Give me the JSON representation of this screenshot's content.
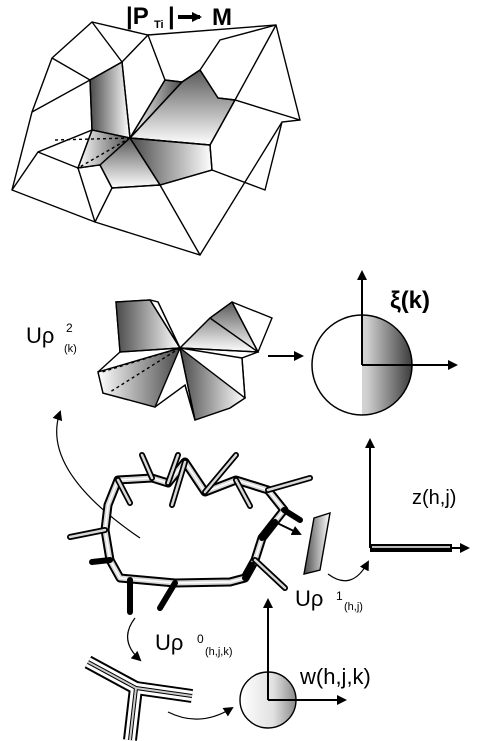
{
  "labels": {
    "top_title_prefix": "|P",
    "top_title_sub": "Ti",
    "top_title_suffix": "|",
    "top_title_target": "M",
    "xi_label": "ξ(k)",
    "z_label": "z(h,j)",
    "w_label": "w(h,j,k)",
    "u_rho2_main": "Uρ",
    "u_rho2_sup": "2",
    "u_rho2_sub": "(k)",
    "u_rho1_main": "Uρ",
    "u_rho1_sup": "1",
    "u_rho1_sub": "(h,j)",
    "u_rho0_main": "Uρ",
    "u_rho0_sup": "0",
    "u_rho0_sub": "(h,j,k)"
  },
  "colors": {
    "ink": "#000000",
    "shade_dark": "#555555",
    "shade_light": "#ffffff"
  }
}
